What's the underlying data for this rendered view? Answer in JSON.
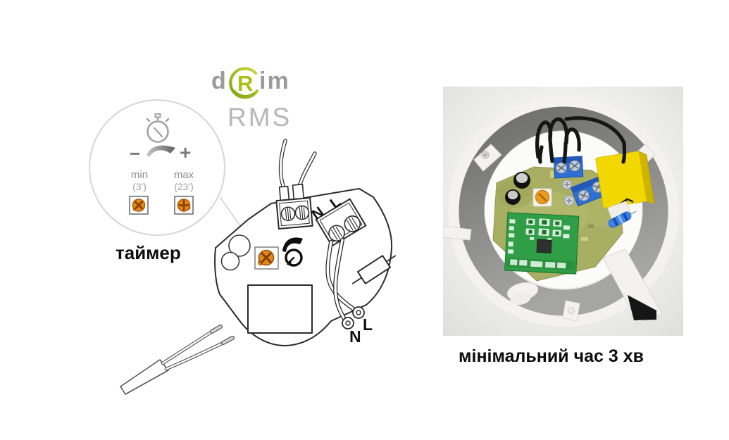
{
  "logo": {
    "d": "d",
    "r": "R",
    "im": "im",
    "sub": "RMS"
  },
  "timer_detail": {
    "minus": "−",
    "plus": "+",
    "min": "min",
    "min_time": "(3')",
    "max": "max",
    "max_time": "(23')"
  },
  "captions": {
    "timer": "таймер",
    "photo": "мінімальний час 3 хв"
  },
  "diagram": {
    "neutral": "N",
    "line": "L"
  },
  "colors": {
    "logo_green": "#a9c113",
    "logo_gray": "#9b9b9b",
    "screw_orange": "#e5861b",
    "pcb_olive": "#a9af62",
    "module_green": "#2f9e47",
    "terminal_blue": "#2e6fd6",
    "relay_yellow": "#f2d800"
  }
}
